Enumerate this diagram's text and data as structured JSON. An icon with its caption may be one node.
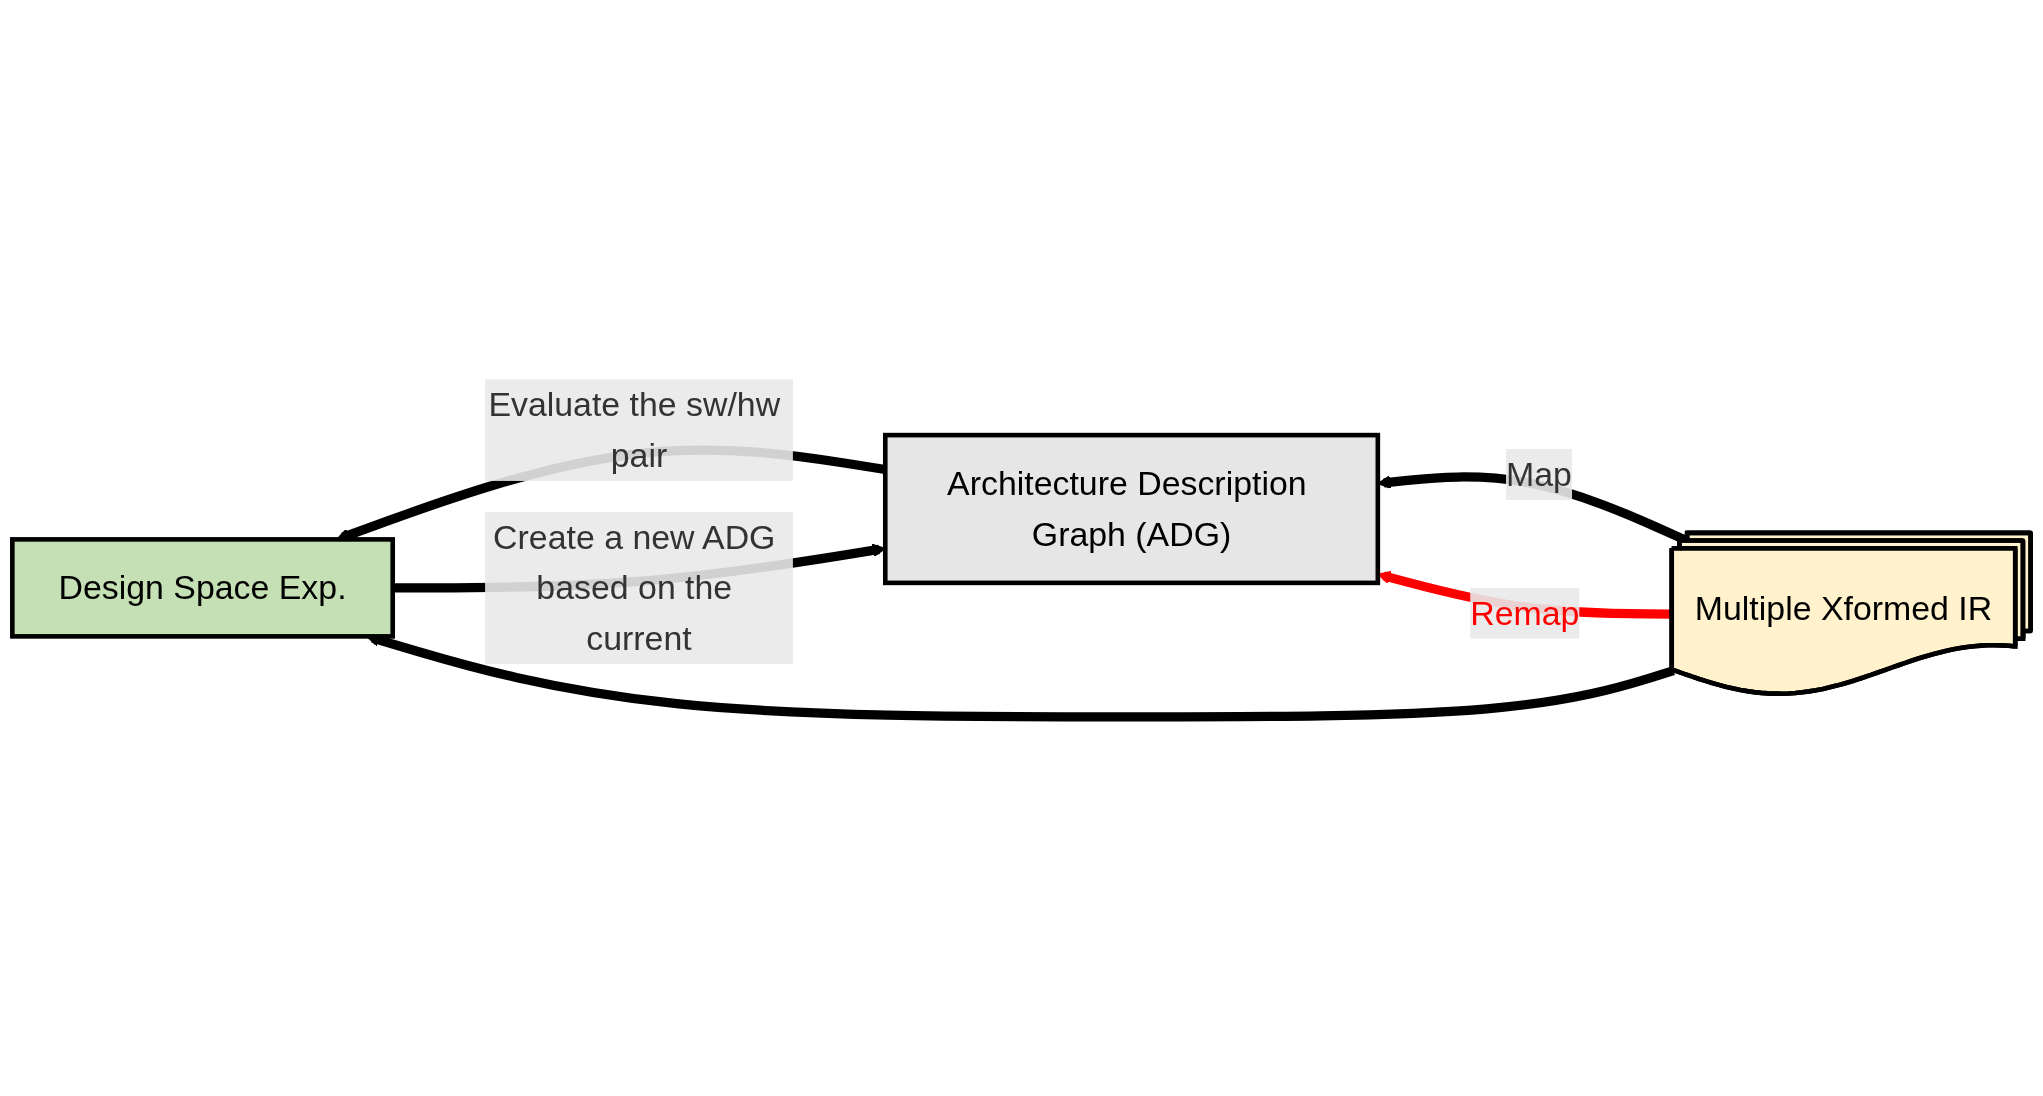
{
  "diagram": {
    "nodes": [
      {
        "text": [
          "Architecture Description Graph (ADG)"
        ]
      },
      {
        "text": [
          "Multiple Xformed IR"
        ]
      },
      {
        "text": [
          "Design Space Exp."
        ]
      }
    ],
    "edges": [
      {
        "from": 1,
        "to": 0,
        "arrow": "to",
        "label": "Map"
      },
      {
        "from": 1,
        "to": 0,
        "arrow": "to",
        "label": "Remap",
        "color": "#ff0000"
      },
      {
        "from": 0,
        "to": 2,
        "arrow": "to",
        "label": "Evaluate the sw/hw pair"
      },
      {
        "from": 1,
        "to": 2,
        "arrow": "to"
      },
      {
        "from": 2,
        "to": 0,
        "arrow": "to",
        "label": "Create a new ADG based on the current"
      }
    ]
  }
}
